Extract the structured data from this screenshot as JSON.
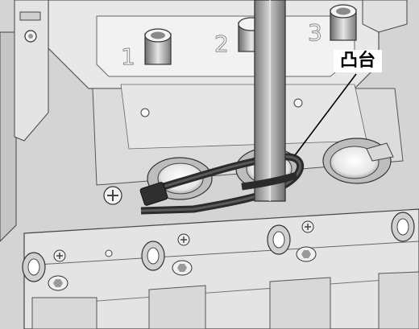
{
  "callout": {
    "label": "凸台"
  },
  "slot_numbers": [
    "1",
    "2",
    "3"
  ]
}
